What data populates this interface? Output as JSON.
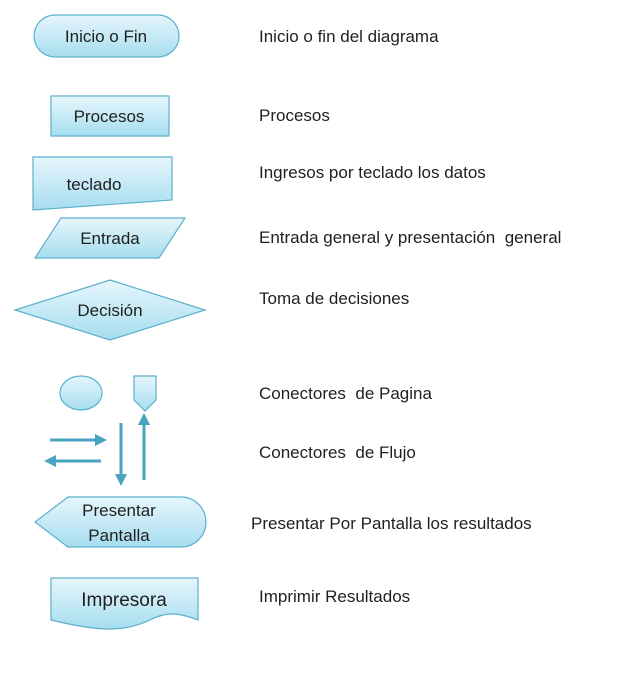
{
  "legend": {
    "inicio_fin": {
      "shape_label": "Inicio o Fin",
      "description": "Inicio o fin del diagrama"
    },
    "procesos": {
      "shape_label": "Procesos",
      "description": "Procesos"
    },
    "teclado": {
      "shape_label": "teclado",
      "description": "Ingresos por teclado los datos"
    },
    "entrada": {
      "shape_label": "Entrada",
      "description": "Entrada general y presentación  general"
    },
    "decision": {
      "shape_label": "Decisión",
      "description": "Toma de decisiones"
    },
    "conectores_pagina": {
      "description": "Conectores  de Pagina"
    },
    "conectores_flujo": {
      "description": "Conectores  de Flujo"
    },
    "presentar": {
      "shape_label_line1": "Presentar",
      "shape_label_line2": "Pantalla",
      "description": "Presentar Por Pantalla los resultados"
    },
    "impresora": {
      "shape_label": "Impresora",
      "description": "Imprimir Resultados"
    }
  },
  "colors": {
    "shape_fill_top": "#e3f5fb",
    "shape_fill_bottom": "#a9dff0",
    "shape_stroke": "#5bb1cc",
    "arrow": "#4aa3c0",
    "text": "#1f1f1f"
  }
}
